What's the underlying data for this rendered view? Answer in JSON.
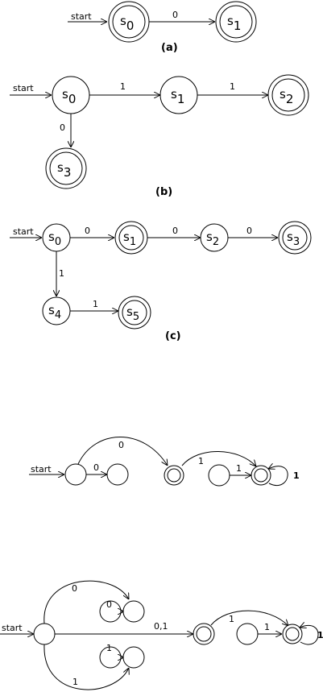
{
  "diagrams": {
    "a": {
      "caption": "(a)",
      "start": "start",
      "s0": "s",
      "s0_sub": "0",
      "s1": "s",
      "s1_sub": "1",
      "e_s0_s1": "0"
    },
    "b": {
      "caption": "(b)",
      "start": "start",
      "s0": "s",
      "s0_sub": "0",
      "s1": "s",
      "s1_sub": "1",
      "s2": "s",
      "s2_sub": "2",
      "s3": "s",
      "s3_sub": "3",
      "e_s0_s1": "1",
      "e_s1_s2": "1",
      "e_s0_s3": "0"
    },
    "c": {
      "caption": "(c)",
      "start": "start",
      "s0": "s",
      "s0_sub": "0",
      "s1": "s",
      "s1_sub": "1",
      "s2": "s",
      "s2_sub": "2",
      "s3": "s",
      "s3_sub": "3",
      "s4": "s",
      "s4_sub": "4",
      "s5": "s",
      "s5_sub": "5",
      "e_s0_s1": "0",
      "e_s1_s2": "0",
      "e_s2_s3": "0",
      "e_s0_s4": "1",
      "e_s4_s5": "1"
    },
    "d": {
      "start": "start",
      "e_a_b": "0",
      "e_arc_top": "0",
      "e_arc2": "1",
      "e_c_d": "1",
      "e_loop": "1"
    },
    "e": {
      "start": "start",
      "e_top_arc": "0",
      "e_top_inner": "0",
      "e_mid": "0,1",
      "e_bot_inner": "1",
      "e_bot_arc": "1",
      "e_right_arc": "1",
      "e_right_inner": "1",
      "e_loop": "1"
    }
  }
}
